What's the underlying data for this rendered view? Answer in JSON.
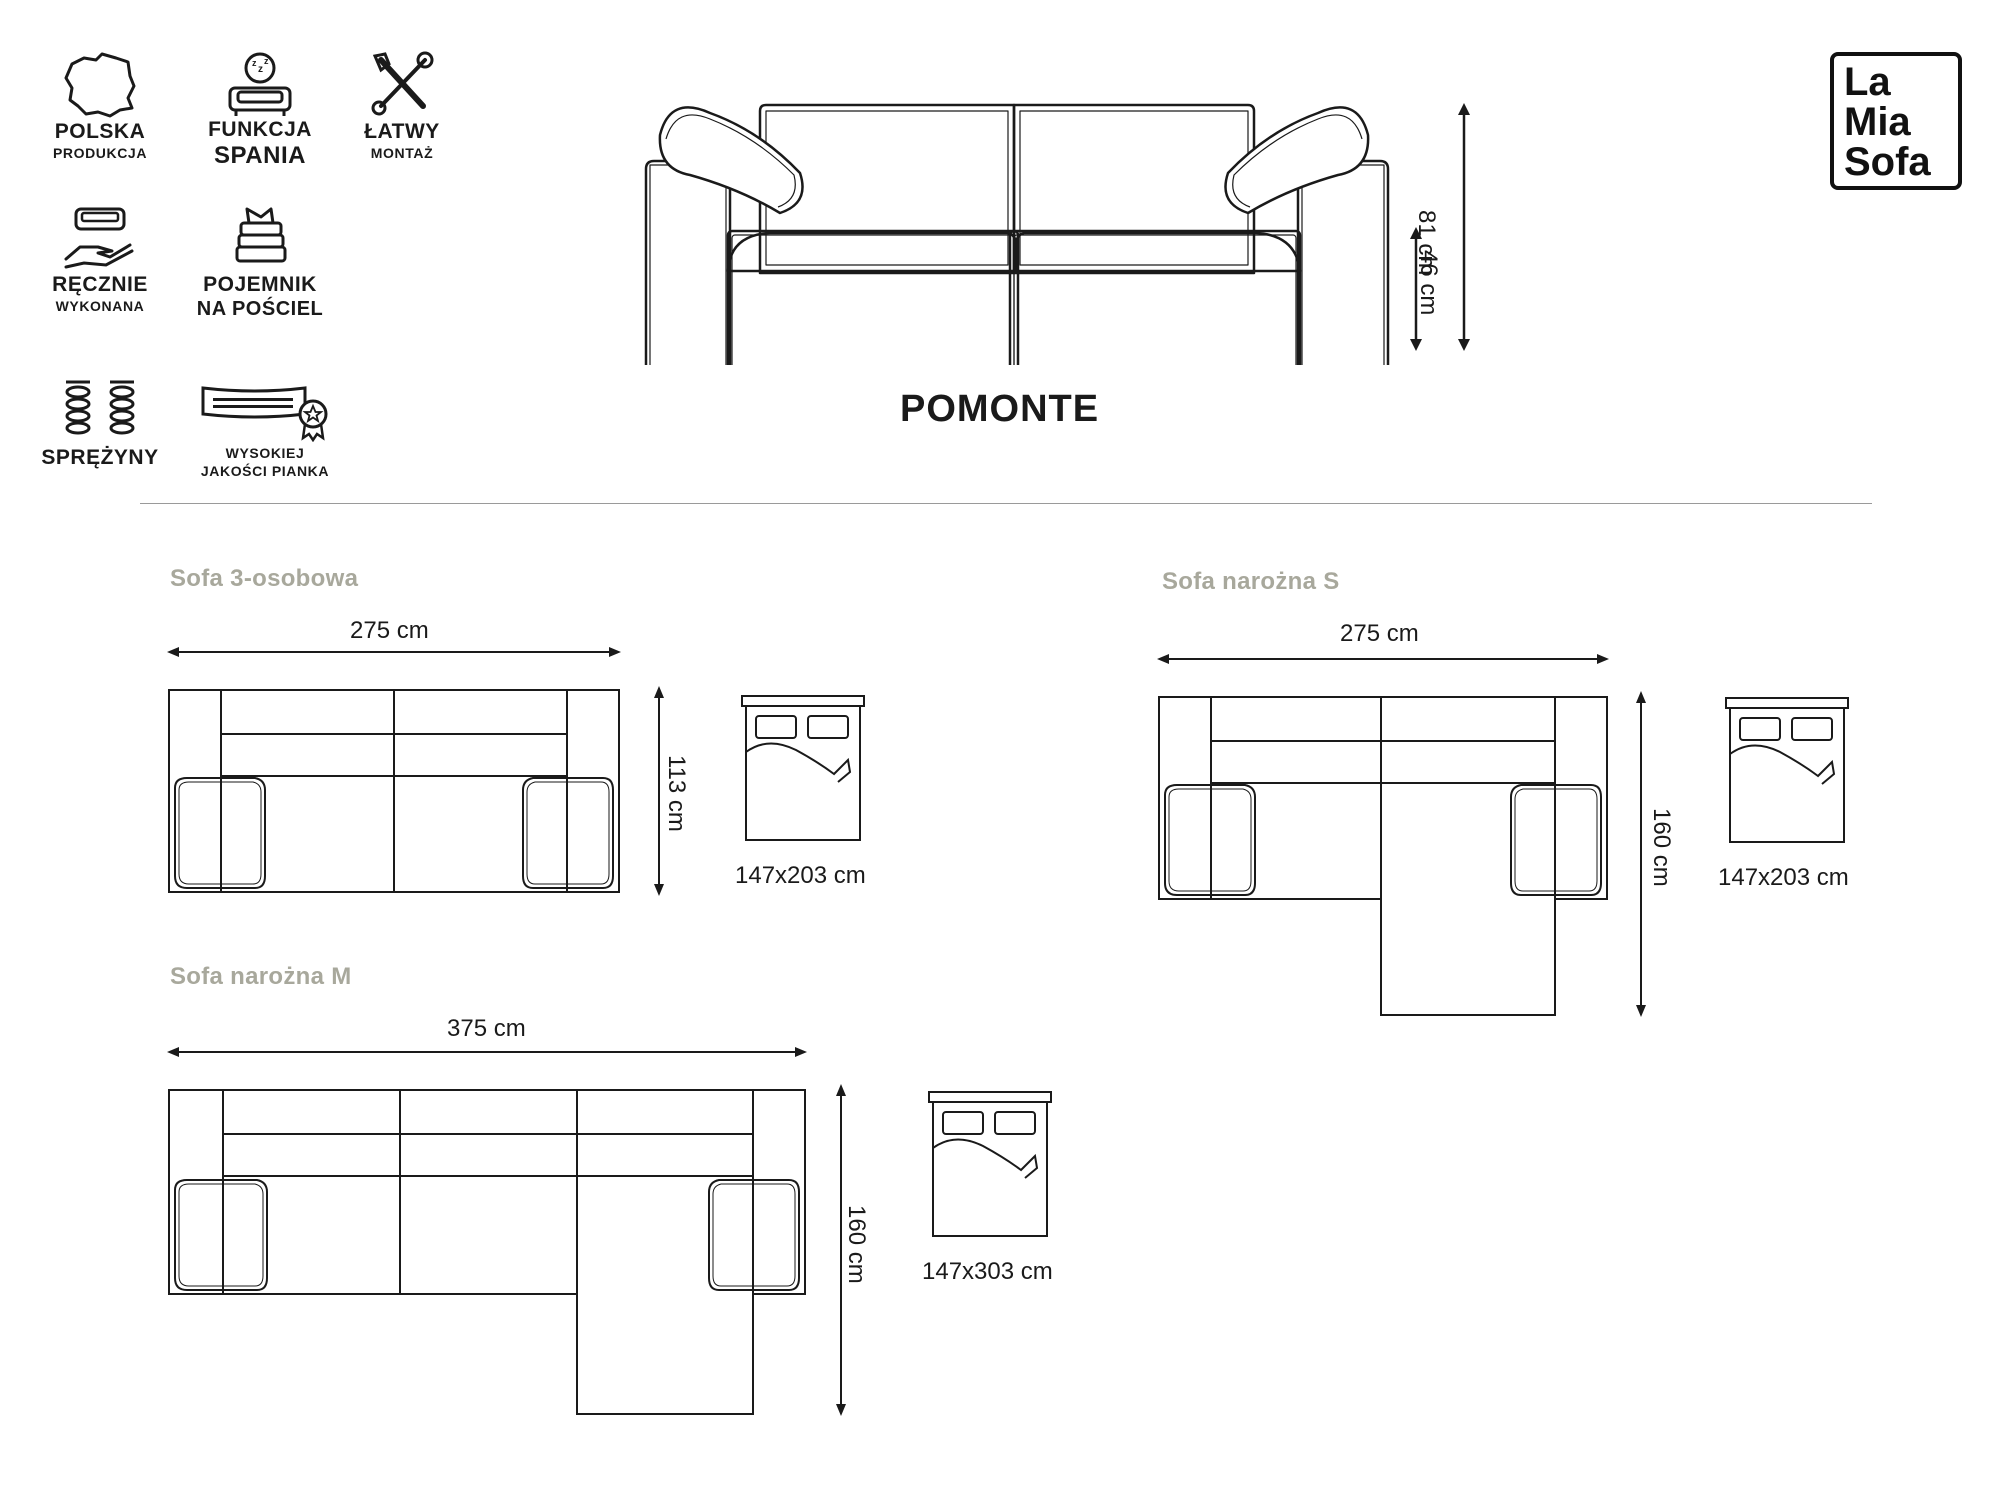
{
  "brand": {
    "logo_lines": [
      "La",
      "Mia",
      "Sofa"
    ]
  },
  "features": [
    {
      "icon": "poland-map-icon",
      "line1": "POLSKA",
      "line2": "PRODUKCJA"
    },
    {
      "icon": "sleeping-sofa-icon",
      "line1": "FUNKCJA",
      "line2": "SPANIA"
    },
    {
      "icon": "tools-icon",
      "line1": "ŁATWY",
      "line2": "MONTAŻ"
    },
    {
      "icon": "handmade-icon",
      "line1": "RĘCZNIE",
      "line2": "WYKONANA"
    },
    {
      "icon": "bedding-container-icon",
      "line1": "POJEMNIK",
      "line2": "NA POŚCIEL"
    },
    {
      "icon": "springs-icon",
      "line1": "SPRĘŻYNY",
      "line2": ""
    },
    {
      "icon": "foam-quality-icon",
      "line1": "WYSOKIEJ",
      "line2": "JAKOŚCI PIANKA"
    }
  ],
  "product": {
    "name": "POMONTE",
    "height_total": "81 cm",
    "seat_height": "46 cm"
  },
  "variants": [
    {
      "label": "Sofa 3-osobowa",
      "width": "275 cm",
      "depth": "113 cm",
      "bed": "147x203 cm"
    },
    {
      "label": "Sofa narożna S",
      "width": "275 cm",
      "depth": "160 cm",
      "bed": "147x203 cm"
    },
    {
      "label": "Sofa narożna M",
      "width": "375 cm",
      "depth": "160 cm",
      "bed": "147x303 cm"
    }
  ],
  "colors": {
    "line": "#1a1a1a",
    "label_gray": "#a8a89c",
    "divider": "#9a9a9a"
  }
}
